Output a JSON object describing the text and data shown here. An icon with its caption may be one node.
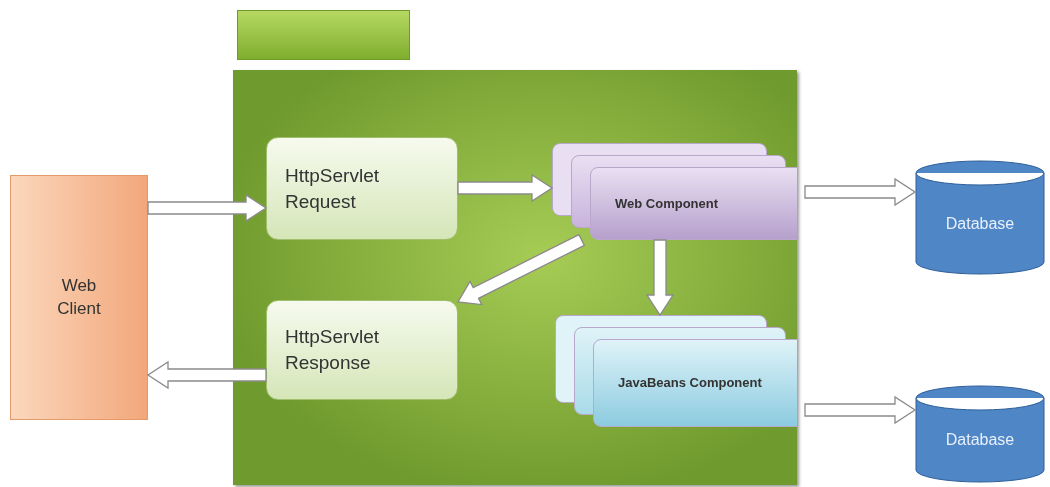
{
  "diagram": {
    "nodes": [
      {
        "text": [],
        "shape": "bar"
      },
      {
        "text": [],
        "shape": "box"
      },
      {
        "text": [
          "Web Client"
        ]
      },
      {
        "text": [
          "HttpServlet Request"
        ],
        "in": 1
      },
      {
        "text": [
          "Web Component"
        ],
        "in": 1
      },
      {
        "text": [
          "HttpServlet Response"
        ],
        "in": 1
      },
      {
        "text": [
          "JavaBeans Component"
        ],
        "in": 1
      },
      {
        "text": [
          "Database"
        ]
      },
      {
        "text": [
          "Database"
        ]
      }
    ],
    "edges": [
      {
        "from": 2,
        "to": 3,
        "arrow": "to"
      },
      {
        "from": 3,
        "to": 4,
        "arrow": "to"
      },
      {
        "from": 4,
        "to": 5,
        "arrow": "to"
      },
      {
        "from": 5,
        "to": 2,
        "arrow": "to"
      },
      {
        "from": 4,
        "to": 6,
        "arrow": "to"
      },
      {
        "from": 4,
        "to": 7,
        "arrow": "to"
      },
      {
        "from": 6,
        "to": 8,
        "arrow": "to"
      }
    ]
  }
}
